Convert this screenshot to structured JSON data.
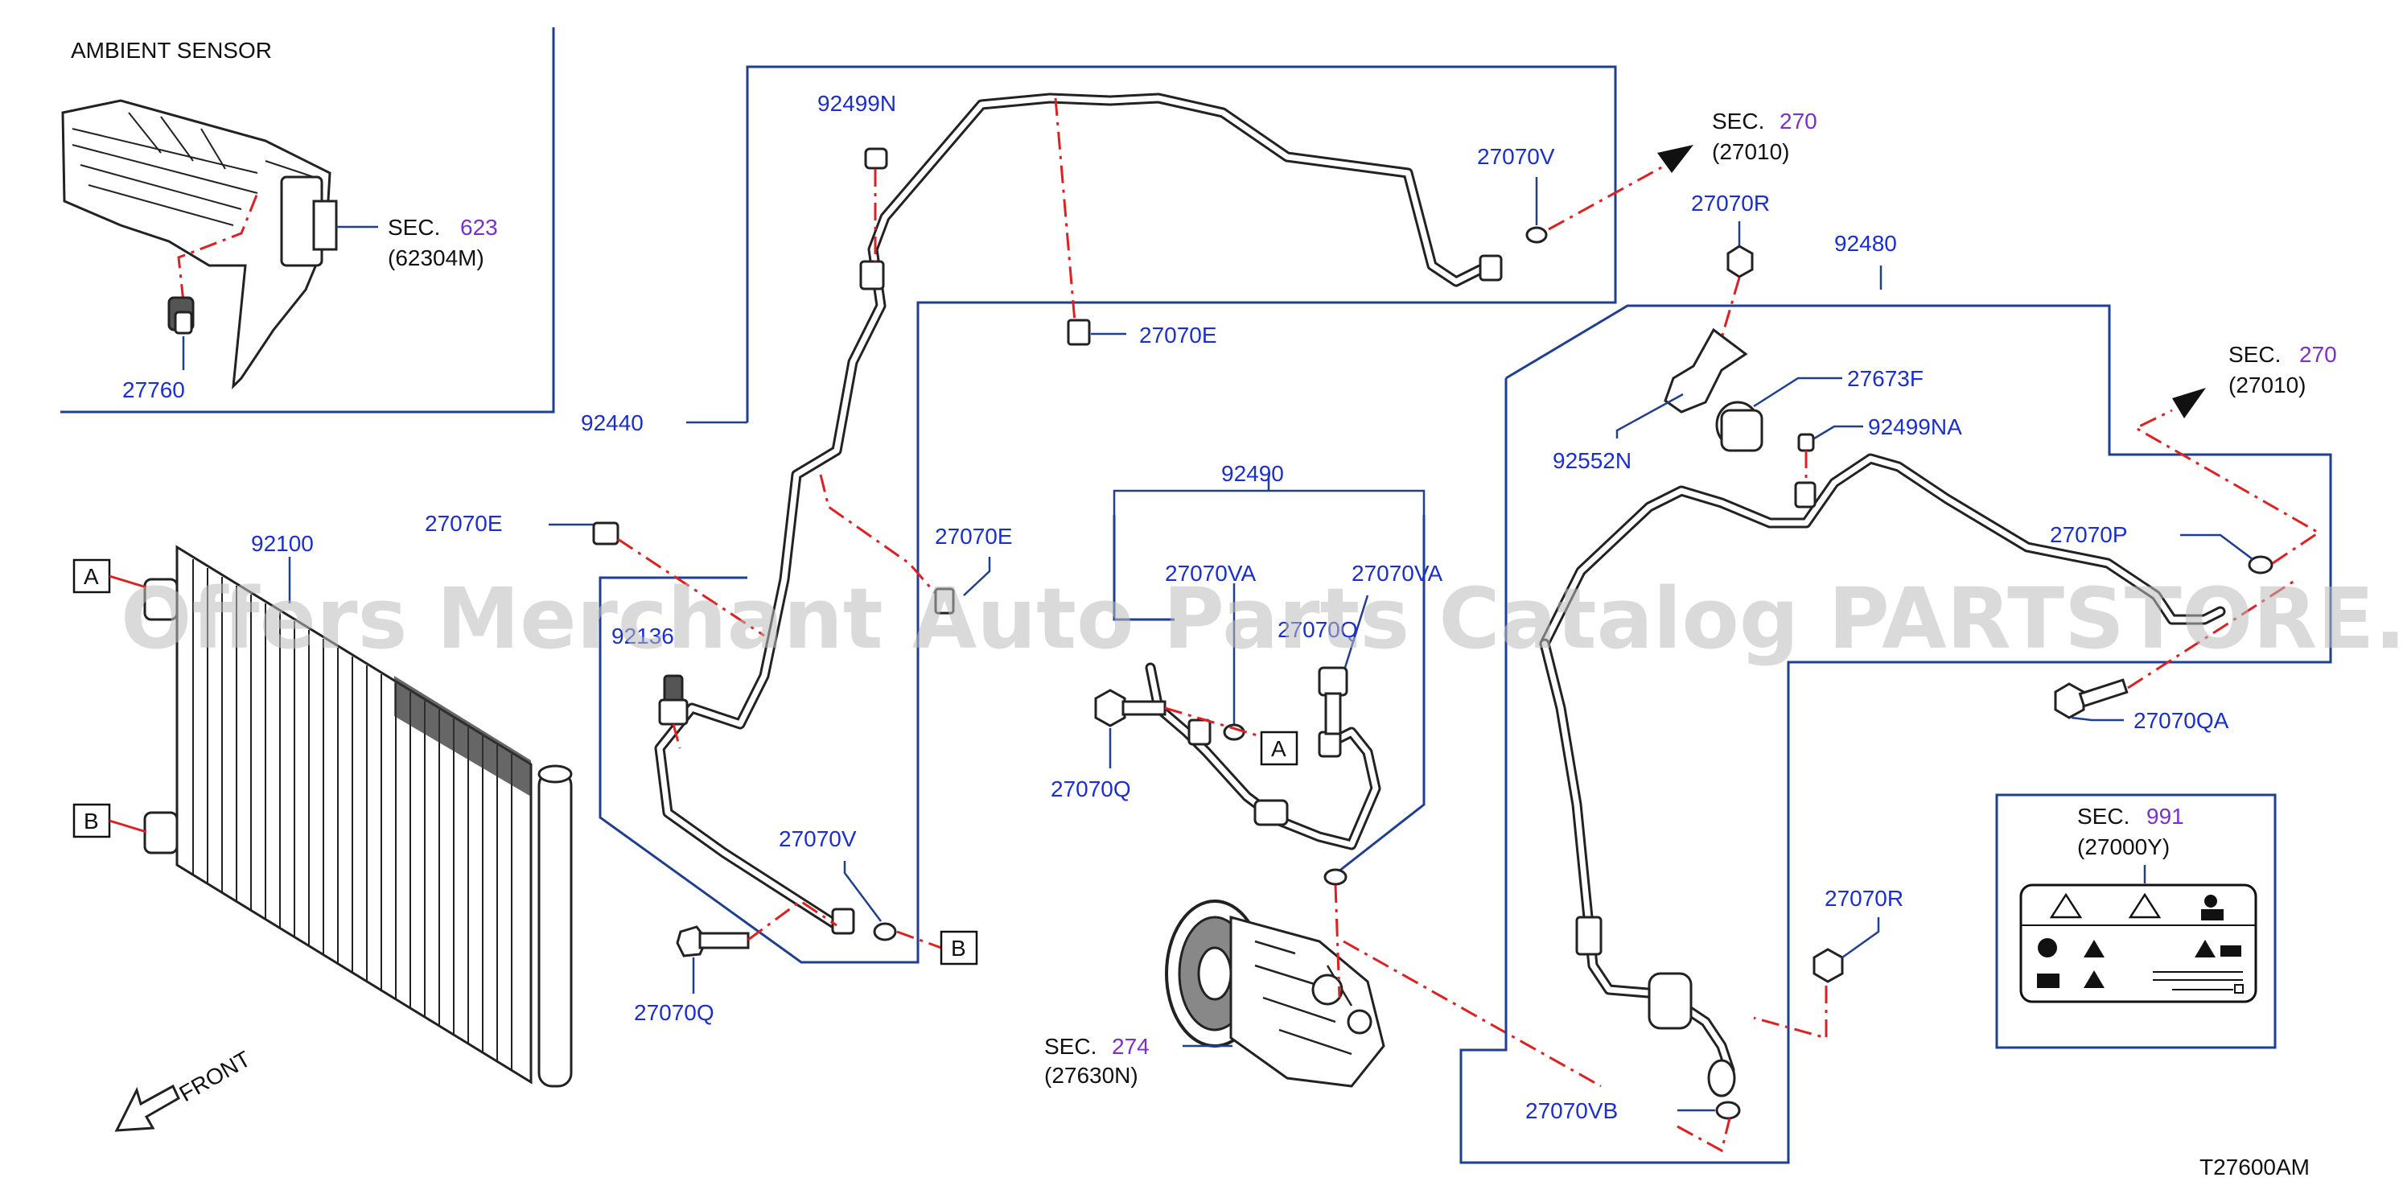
{
  "labels": {
    "ambient_sensor": "AMBIENT   SENSOR",
    "sec_623_prefix": "SEC.",
    "sec_623_num": "623",
    "sec_623_ref": "(62304M)",
    "p27760": "27760",
    "p92440": "92440",
    "p92499N": "92499N",
    "p27070E_top": "27070E",
    "p27070V_top": "27070V",
    "sec_270_top_prefix": "SEC.",
    "sec_270_top_num": "270",
    "sec_270_top_ref": "(27010)",
    "p27070E_left": "27070E",
    "p27070E_mid": "27070E",
    "p92100": "92100",
    "p92136": "92136",
    "p27070V_bottom": "27070V",
    "p27070Q_bottom": "27070Q",
    "p92490": "92490",
    "p27070VA_left": "27070VA",
    "p27070VA_right": "27070VA",
    "p27070Q_center": "27070Q",
    "p27070Q_left_center": "27070Q",
    "sec_274_prefix": "SEC.",
    "sec_274_num": "274",
    "sec_274_ref": "(27630N)",
    "p27070R_top": "27070R",
    "p92480": "92480",
    "p27673F": "27673F",
    "p92499NA": "92499NA",
    "p92552N": "92552N",
    "sec_270_right_prefix": "SEC.",
    "sec_270_right_num": "270",
    "sec_270_right_ref": "(27010)",
    "p27070P": "27070P",
    "p27070QA": "27070QA",
    "sec_991_prefix": "SEC.",
    "sec_991_num": "991",
    "sec_991_ref": "(27000Y)",
    "p27070R_bottom": "27070R",
    "p27070VB": "27070VB",
    "front": "FRONT",
    "diagram_code": "T27600AM",
    "ref_a1": "A",
    "ref_b1": "B",
    "ref_a2": "A",
    "ref_b2": "B"
  },
  "watermark": "Offers Merchant Auto Parts Catalog PARTSTORE.SA",
  "colors": {
    "label": "#1a2fd0",
    "section_number": "#7a2fd0",
    "frame": "#1f3f8f",
    "dash": "#e02020"
  }
}
